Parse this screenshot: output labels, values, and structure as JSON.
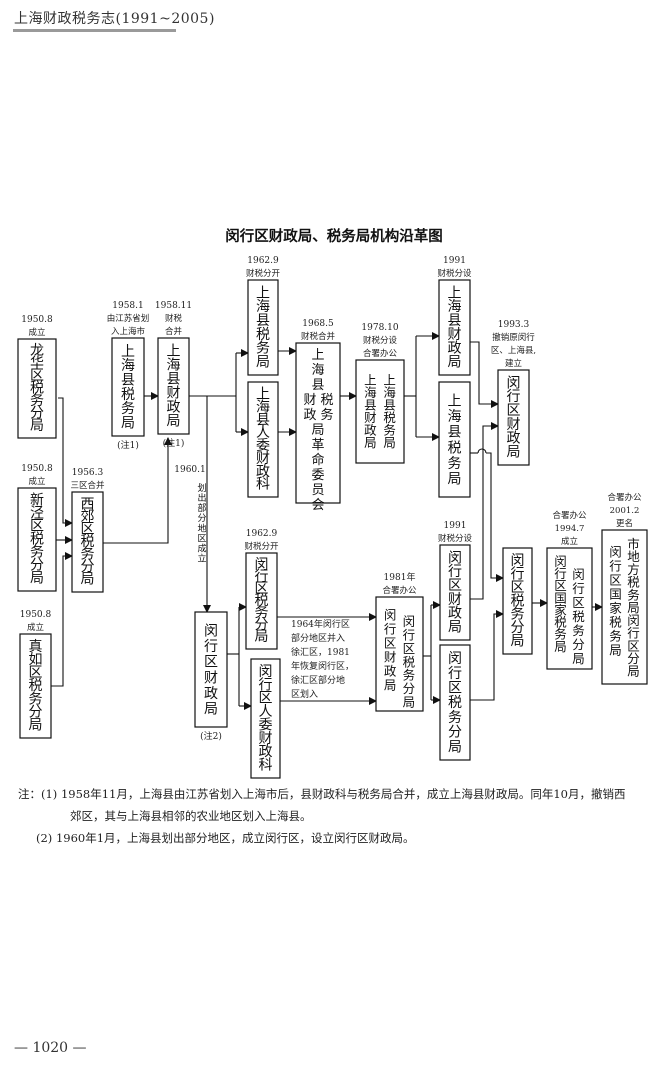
{
  "header": {
    "running_title": "上海财政税务志(1991~2005)"
  },
  "diagram": {
    "title": "闵行区财政局、税务局机构沿革图",
    "nodes": [
      {
        "id": "longhua",
        "text": [
          "龙华区税务分局"
        ],
        "label": [
          "1950.8",
          "成立"
        ]
      },
      {
        "id": "xinjing",
        "text": [
          "新泾区税务分局"
        ],
        "label": [
          "1950.8",
          "成立"
        ]
      },
      {
        "id": "zhenru",
        "text": [
          "真如区税务分局"
        ],
        "label": [
          "1950.8",
          "成立"
        ]
      },
      {
        "id": "xijiao",
        "text": [
          "西郊区税务分局"
        ],
        "label": [
          "1956.3",
          "三区合并"
        ]
      },
      {
        "id": "shx_tax_1958",
        "text": [
          "上海县税务局"
        ],
        "label": [
          "1958.1",
          "由江苏省划",
          "入上海市"
        ],
        "note": "(注1)"
      },
      {
        "id": "shx_fin_1958",
        "text": [
          "上海县财政局"
        ],
        "label": [
          "1958.11",
          "财税",
          "合并"
        ],
        "note": "(注1)"
      },
      {
        "id": "shx_tax_1962",
        "text": [
          "上海县税务局"
        ],
        "label": [
          "1962.9",
          "财税分开"
        ]
      },
      {
        "id": "shx_cw_1962",
        "text": [
          "上海县人委财政科"
        ]
      },
      {
        "id": "shx_rev_1968",
        "text": [
          "上海县",
          "财税",
          "政务",
          "局革命委员会"
        ],
        "label": [
          "1968.5",
          "财税合并"
        ]
      },
      {
        "id": "shx_joint_1978",
        "text": [
          "上海县财政局",
          "上海县税务局"
        ],
        "label": [
          "1978.10",
          "财税分设",
          "合署办公"
        ]
      },
      {
        "id": "shx_fin_1991",
        "text": [
          "上海县财政局"
        ],
        "label": [
          "1991",
          "财税分设"
        ]
      },
      {
        "id": "shx_tax_1991",
        "text": [
          "上海县税务局"
        ]
      },
      {
        "id": "mh_fin_1993",
        "text": [
          "闵行区财政局"
        ],
        "label": [
          "1993.3",
          "撤销原闵行",
          "区、上海县,",
          "建立"
        ]
      },
      {
        "id": "mh_fin_1960",
        "text": [
          "闵行区财政局"
        ],
        "note": "(注2)",
        "label_vertical": [
          "1960.1",
          "划出部分地区成立"
        ]
      },
      {
        "id": "mh_tax_1962",
        "text": [
          "闵行区税务分局"
        ],
        "label": [
          "1962.9",
          "财税分开"
        ]
      },
      {
        "id": "mh_cw_1962",
        "text": [
          "闵行区人委财政科"
        ]
      },
      {
        "id": "mh_joint_1981",
        "text": [
          "闵行区财政局",
          "闵行区税务分局"
        ],
        "label": [
          "1981年",
          "合署办公"
        ]
      },
      {
        "id": "mh_fin_1991",
        "text": [
          "闵行区财政局"
        ],
        "label": [
          "1991",
          "财税分设"
        ]
      },
      {
        "id": "mh_tax_1991",
        "text": [
          "闵行区税务分局"
        ]
      },
      {
        "id": "mh_tax_1993",
        "text": [
          "闵行区税务分局"
        ]
      },
      {
        "id": "mh_joint_1994",
        "text": [
          "闵行区国家税务局",
          "闵行区税务分局"
        ],
        "label": [
          "合署办公",
          "1994.7",
          "成立"
        ]
      },
      {
        "id": "mh_joint_2001",
        "text": [
          "闵行区国家税务局",
          "市地方税务局闵行区分局"
        ],
        "label": [
          "合署办公",
          "2001.2",
          "更名"
        ]
      }
    ],
    "annotation_1964": [
      "1964年闵行区",
      "部分地区并入",
      "徐汇区，1981",
      "年恢复闵行区，",
      "徐汇区部分地",
      "区划入"
    ]
  },
  "notes": {
    "prefix": "注：",
    "items": [
      {
        "num": "(1)",
        "lines": [
          "1958年11月，上海县由江苏省划入上海市后，县财政科与税务局合并，成立上海县财政局。同年10月，撤销西",
          "郊区，其与上海县相邻的农业地区划入上海县。"
        ]
      },
      {
        "num": "(2)",
        "lines": [
          "1960年1月，上海县划出部分地区，成立闵行区，设立闵行区财政局。"
        ]
      }
    ]
  },
  "footer": {
    "page_number": "— 1020 —"
  }
}
